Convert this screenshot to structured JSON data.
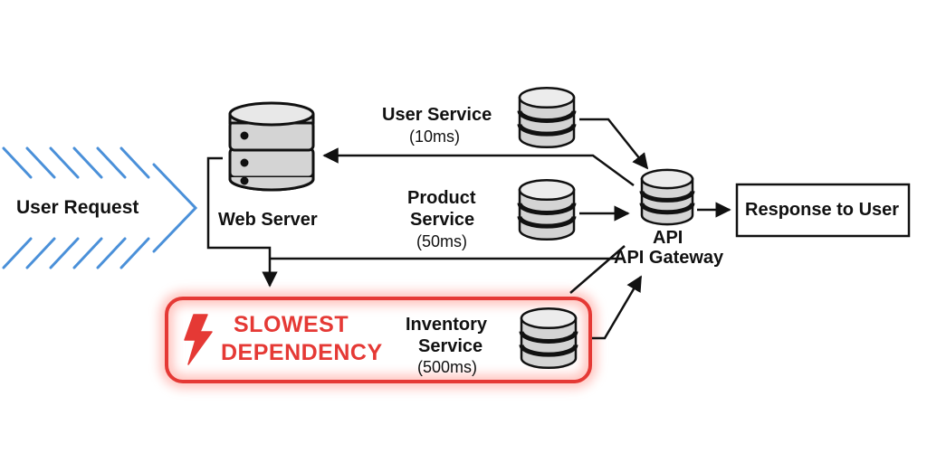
{
  "colors": {
    "line": "#111111",
    "request_arrow": "#4a90d9",
    "highlight": "#e53935",
    "highlight_glow": "#ff8a80"
  },
  "user_request": {
    "label": "User Request",
    "icon": "striped-arrow-icon"
  },
  "web_server": {
    "label": "Web Server",
    "icon": "database-server-icon"
  },
  "user_service": {
    "label": "User Service",
    "latency": "(10ms)",
    "icon": "database-icon"
  },
  "product_service": {
    "label_line1": "Product",
    "label_line2": "Service",
    "latency": "(50ms)",
    "icon": "database-icon"
  },
  "inventory_service": {
    "label_line1": "Inventory",
    "label_line2": "Service",
    "latency": "(500ms)",
    "icon": "database-icon"
  },
  "slowest": {
    "line1": "SLOWEST",
    "line2": "DEPENDENCY",
    "icon": "lightning-bolt-icon"
  },
  "api_gateway": {
    "label_short": "API",
    "label": "API Gateway",
    "icon": "database-icon"
  },
  "response": {
    "label": "Response to User"
  }
}
